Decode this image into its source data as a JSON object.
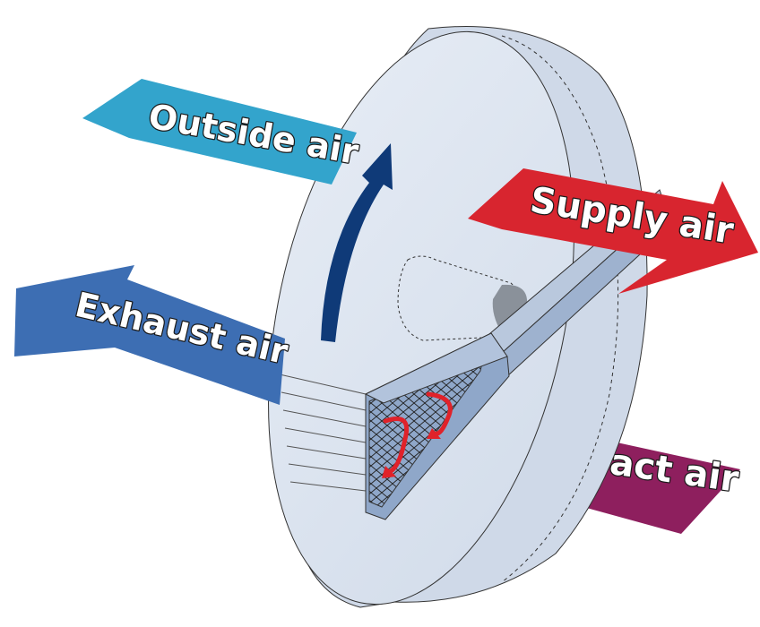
{
  "labels": {
    "outside_air": "Outside air",
    "exhaust_air": "Exhaust air",
    "supply_air": "Supply air",
    "extract_air": "Extract air"
  },
  "colors": {
    "outside_air": "#33a4cc",
    "exhaust_air": "#3d6eb3",
    "supply_air": "#d8252f",
    "extract_air": "#8e1f5e",
    "wheel_face": "#dbe3ef",
    "wheel_rim": "#cfd9e8",
    "rotation_arrow": "#0f3a78",
    "swirl": "#e0222a"
  }
}
